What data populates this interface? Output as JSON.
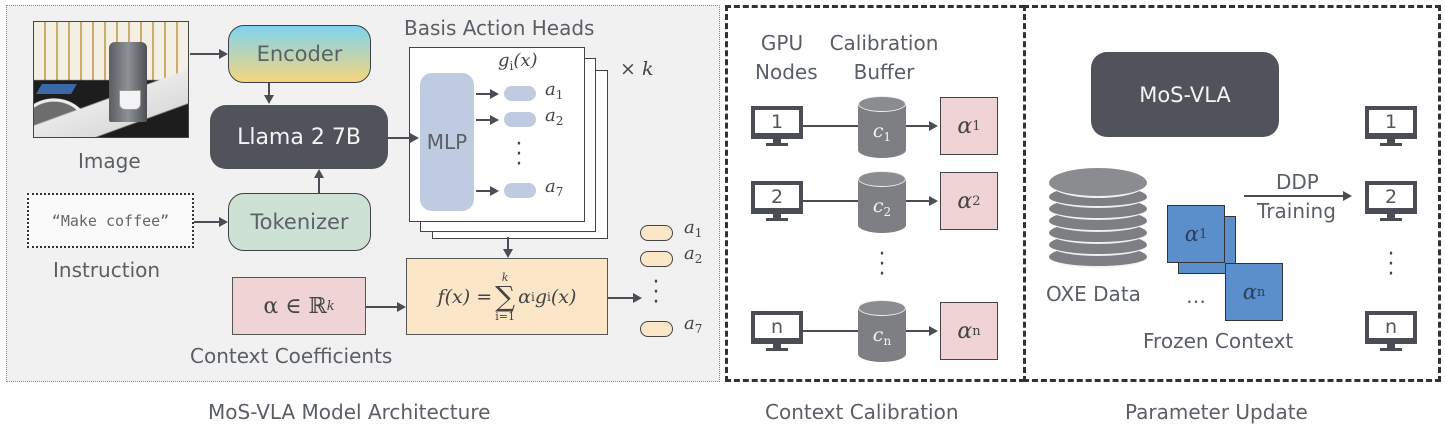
{
  "panels": {
    "architecture": {
      "caption": "MoS-VLA Model Architecture",
      "image_label": "Image",
      "instruction_text": "“Make coffee”",
      "instruction_label": "Instruction",
      "encoder": "Encoder",
      "llm": "Llama 2 7B",
      "tokenizer": "Tokenizer",
      "basis_heads_title": "Basis Action Heads",
      "mlp": "MLP",
      "head_function": "g",
      "head_function_sub": "i",
      "head_function_arg": "(x)",
      "times_k": "× k",
      "head_outputs": [
        {
          "sym": "a",
          "sub": "1"
        },
        {
          "sym": "a",
          "sub": "2"
        },
        {
          "sym": "a",
          "sub": "7"
        }
      ],
      "alpha_expr": "α ∈ ℝ",
      "alpha_expr_sup": "k",
      "context_coefficients_label": "Context Coefficients",
      "f_lhs": "f(x) = ",
      "f_sum": "∑",
      "f_sum_upper": "k",
      "f_sum_lower": "i=1",
      "f_rhs": "α",
      "f_rhs_sub": "i",
      "f_rhs_g": " g",
      "f_rhs_g_sub": "i",
      "f_rhs_arg": "(x)",
      "final_outputs": [
        {
          "sym": "a",
          "sub": "1"
        },
        {
          "sym": "a",
          "sub": "2"
        },
        {
          "sym": "a",
          "sub": "7"
        }
      ],
      "vdots": "⋮"
    },
    "calibration": {
      "caption": "Context Calibration",
      "col1_header_line1": "GPU",
      "col1_header_line2": "Nodes",
      "col2_header_line1": "Calibration",
      "col2_header_line2": "Buffer",
      "rows": [
        {
          "node": "1",
          "buffer": "c",
          "buffer_sub": "1",
          "alpha": "α",
          "alpha_sup": "1"
        },
        {
          "node": "2",
          "buffer": "c",
          "buffer_sub": "2",
          "alpha": "α",
          "alpha_sup": "2"
        },
        {
          "node": "n",
          "buffer": "c",
          "buffer_sub": "n",
          "alpha": "α",
          "alpha_sup": "n"
        }
      ],
      "vdots": "⋮"
    },
    "update": {
      "caption": "Parameter Update",
      "model": "MoS-VLA",
      "data_label": "OXE Data",
      "arrow_label_line1": "DDP",
      "arrow_label_line2": "Training",
      "frozen_label": "Frozen Context",
      "frozen_items": [
        {
          "alpha": "α",
          "sup": "1"
        },
        {
          "alpha": "α",
          "sup": "n"
        }
      ],
      "ellipsis": "…",
      "nodes": [
        "1",
        "2",
        "n"
      ],
      "vdots": "⋮"
    }
  },
  "colors": {
    "encoder_gradient": [
      "#7fd3ef",
      "#f6d57c"
    ],
    "llm_fill": "#50545a",
    "tokenizer_fill": "#cde1d5",
    "alpha_fill": "#efd3d5",
    "f_fill": "#fbe6c8",
    "mlp_fill": "#bfcbe0",
    "frozen_fill": "#5b8fcb"
  }
}
